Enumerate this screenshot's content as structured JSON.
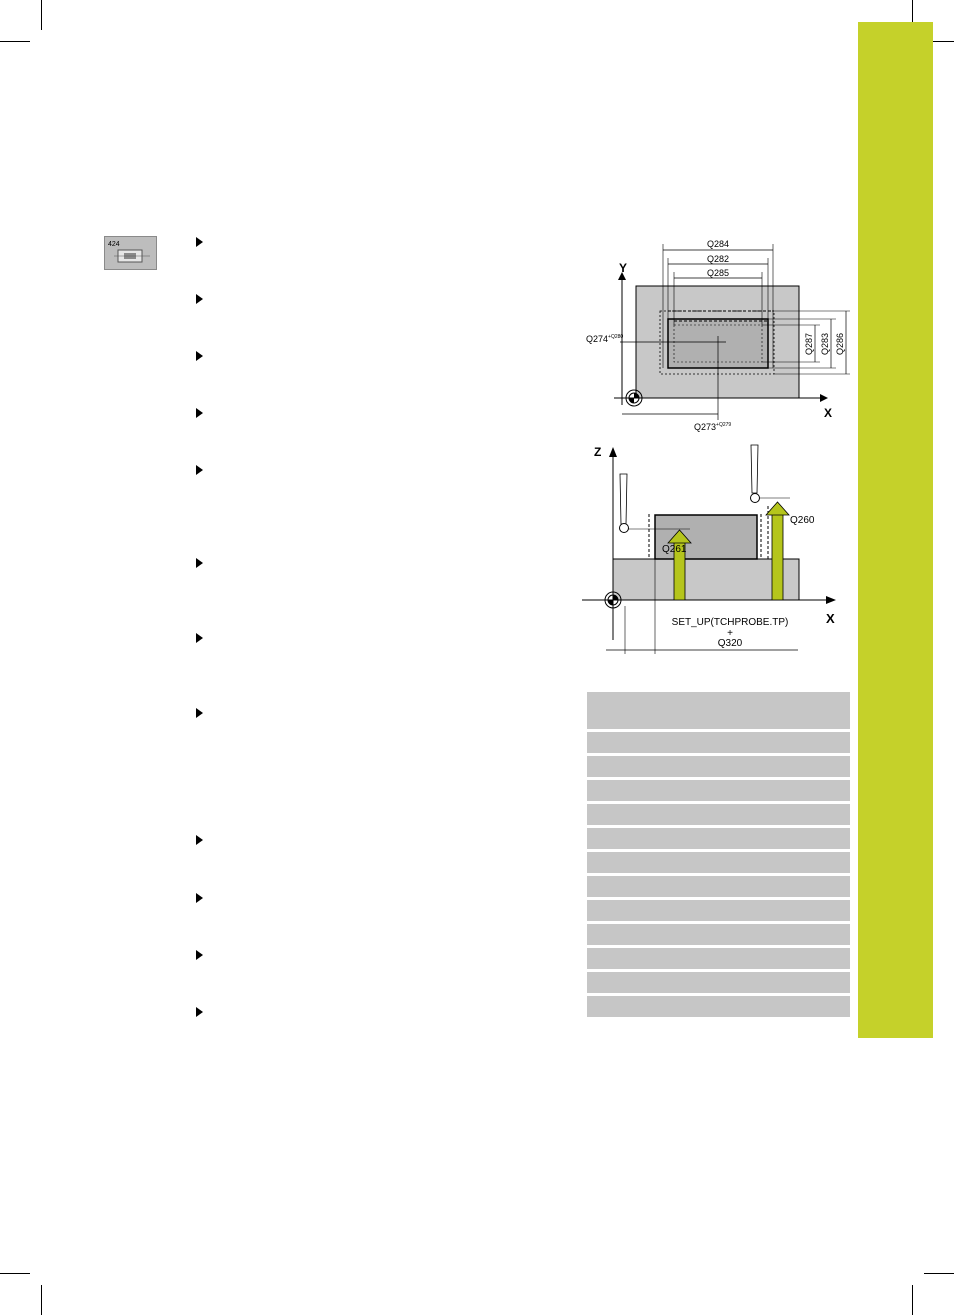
{
  "icon": {
    "label": "424"
  },
  "diagram_xy": {
    "axis_y": "Y",
    "axis_x": "X",
    "q284": "Q284",
    "q282": "Q282",
    "q285": "Q285",
    "q274": "Q274",
    "q280": "+Q280",
    "q273": "Q273",
    "q279": "+Q279",
    "q287": "Q287",
    "q283": "Q283",
    "q286": "Q286"
  },
  "diagram_zx": {
    "axis_z": "Z",
    "axis_x": "X",
    "q260": "Q260",
    "q261": "Q261",
    "setup": "SET_UP(TCHPROBE.TP)",
    "plus": "+",
    "q320": "Q320"
  },
  "colors": {
    "accent": "#c5d12a",
    "arrow": "#b5c51c",
    "table_gray": "#c6c6c6",
    "part_gray": "#c8c8c8"
  }
}
